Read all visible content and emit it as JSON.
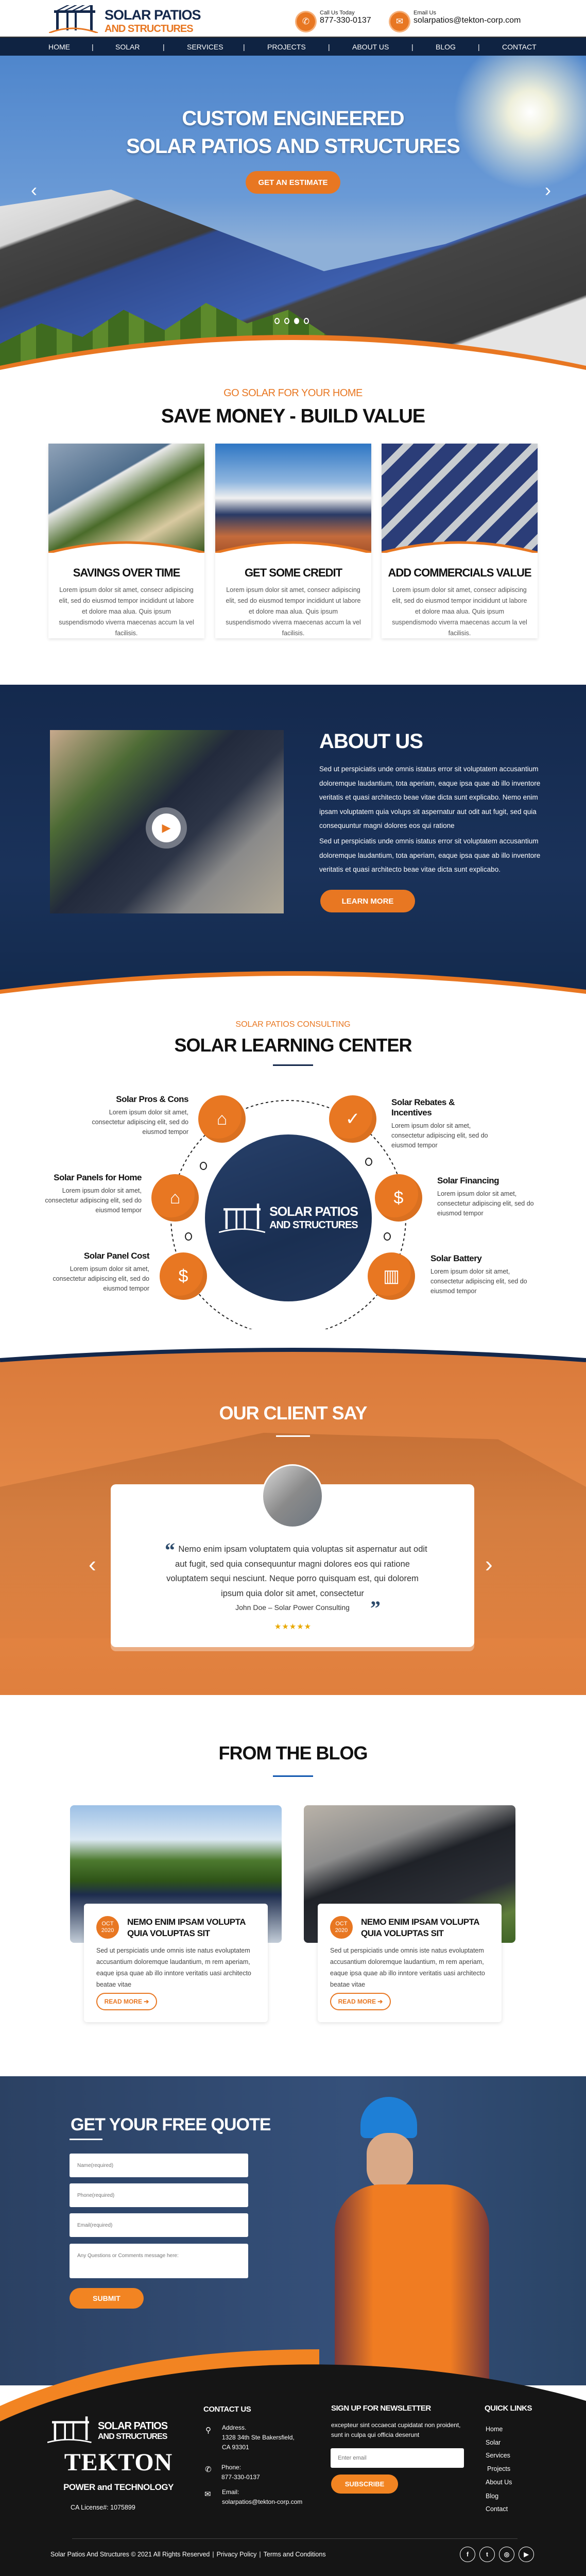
{
  "colors": {
    "brand_navy": "#14284b",
    "accent_orange": "#e87722",
    "footer_bg": "#151515"
  },
  "header": {
    "logo": {
      "line1": "SOLAR PATIOS",
      "line2": "AND STRUCTURES"
    },
    "call": {
      "label": "Call Us Today",
      "value": "877-330-0137",
      "icon": "phone-icon"
    },
    "email": {
      "label": "Email Us",
      "value": "solarpatios@tekton-corp.com",
      "icon": "envelope-icon"
    }
  },
  "nav": {
    "items": [
      "HOME",
      "SOLAR",
      "SERVICES",
      "PROJECTS",
      "ABOUT US",
      "BLOG",
      "CONTACT"
    ],
    "separator": "|"
  },
  "hero": {
    "title_line1": "CUSTOM ENGINEERED",
    "title_line2": "SOLAR PATIOS AND STRUCTURES",
    "cta": "GET AN ESTIMATE",
    "slides": 4,
    "active_slide": 3
  },
  "features": {
    "eyebrow": "GO SOLAR FOR YOUR HOME",
    "title": "SAVE MONEY - BUILD VALUE",
    "cards": [
      {
        "title": "SAVINGS OVER TIME",
        "text": "Lorem ipsum dolor sit amet, consecr adipiscing elit, sed do eiusmod tempor incididunt ut labore et dolore maa alua. Quis ipsum suspendismodo viverra maecenas accum la vel facilisis."
      },
      {
        "title": "GET SOME CREDIT",
        "text": "Lorem ipsum dolor sit amet, consecr adipiscing elit, sed do eiusmod tempor incididunt ut labore et dolore maa alua. Quis ipsum suspendismodo viverra maecenas accum la vel facilisis."
      },
      {
        "title": "ADD COMMERCIALS VALUE",
        "text": "Lorem ipsum dolor sit amet, consecr adipiscing elit, sed do eiusmod tempor incididunt ut labore et dolore maa alua. Quis ipsum suspendismodo viverra maecenas accum la vel facilisis."
      }
    ]
  },
  "about": {
    "title": "ABOUT US",
    "p1": "Sed ut perspiciatis unde omnis istatus error sit voluptatem accusantium doloremque laudantium, tota aperiam, eaque ipsa quae ab illo inventore veritatis et quasi architecto beae vitae dicta sunt explicabo. Nemo enim ipsam voluptatem quia volups sit aspernatur aut odit aut fugit, sed quia consequuntur magni dolores eos qui ratione",
    "p2": "Sed ut perspiciatis unde omnis istatus error sit voluptatem accusantium doloremque laudantium, tota aperiam, eaque ipsa quae ab illo inventore veritatis et quasi architecto beae vitae dicta sunt explicabo.",
    "cta": "LEARN MORE"
  },
  "learning": {
    "eyebrow": "SOLAR PATIOS CONSULTING",
    "title": "SOLAR LEARNING CENTER",
    "center_logo": {
      "line1": "SOLAR PATIOS",
      "line2": "AND STRUCTURES"
    },
    "items": [
      {
        "title": "Solar Pros & Cons",
        "text": "Lorem ipsum dolor sit amet, consectetur adipiscing elit, sed do eiusmod tempor",
        "icon": "house-solar-icon"
      },
      {
        "title": "Solar Rebates & Incentives",
        "text": "Lorem ipsum dolor sit amet, consectetur adipiscing elit, sed do eiusmod tempor",
        "icon": "shield-check-icon"
      },
      {
        "title": "Solar Panels for Home",
        "text": "Lorem ipsum dolor sit amet, consectetur adipiscing elit, sed do eiusmod tempor",
        "icon": "home-panel-icon"
      },
      {
        "title": "Solar Financing",
        "text": "Lorem ipsum dolor sit amet, consectetur adipiscing elit, sed do eiusmod tempor",
        "icon": "monitor-chart-icon"
      },
      {
        "title": "Solar Panel Cost",
        "text": "Lorem ipsum dolor sit amet, consectetur adipiscing elit, sed do eiusmod tempor",
        "icon": "dollar-device-icon"
      },
      {
        "title": "Solar Battery",
        "text": "Lorem ipsum dolor sit amet, consectetur adipiscing elit, sed do eiusmod tempor",
        "icon": "battery-icon"
      }
    ]
  },
  "testimonials": {
    "title": "OUR CLIENT SAY",
    "quote": "Nemo enim ipsam voluptatem quia voluptas sit aspernatur aut odit aut fugit, sed quia consequuntur magni dolores eos qui ratione voluptatem sequi nesciunt. Neque porro quisquam est, qui dolorem ipsum quia dolor sit amet, consectetur",
    "author": "John Doe –  Solar Power Consulting",
    "rating": 5,
    "stars": "★★★★★"
  },
  "blog": {
    "title": "FROM THE BLOG",
    "posts": [
      {
        "month": "OCT",
        "year": "2020",
        "title": "NEMO ENIM IPSAM VOLUPTA QUIA VOLUPTAS SIT",
        "text": "Sed ut perspiciatis unde omnis iste natus evoluptatem accusantium doloremque laudantium, m rem aperiam, eaque ipsa quae ab illo inntore veritatis uasi architecto beatae vitae",
        "cta": "READ MORE ➔"
      },
      {
        "month": "OCT",
        "year": "2020",
        "title": "NEMO ENIM IPSAM VOLUPTA QUIA VOLUPTAS SIT",
        "text": "Sed ut perspiciatis unde omnis iste natus evoluptatem accusantium doloremque laudantium, m rem aperiam, eaque ipsa quae ab illo inntore veritatis uasi architecto beatae vitae",
        "cta": "READ MORE ➔"
      }
    ]
  },
  "quote_form": {
    "title": "GET YOUR FREE QUOTE",
    "name_placeholder": "Name(required)",
    "phone_placeholder": "Phone(required)",
    "email_placeholder": "Email(required)",
    "message_placeholder": "Any Questions or Comments message here:",
    "submit": "SUBMIT"
  },
  "footer": {
    "logo": {
      "line1": "SOLAR PATIOS",
      "line2": "AND STRUCTURES",
      "tekton": "TEKTON",
      "tagline": "POWER and TECHNOLOGY"
    },
    "license": "CA License#: 1075899",
    "contact": {
      "title": "CONTACT US",
      "address_label": "Address.",
      "address_line1": "1328 34th Ste Bakersfield,",
      "address_line2": "CA 93301",
      "phone_label": "Phone:",
      "phone": "877-330-0137",
      "email_label": "Email:",
      "email": "solarpatios@tekton-corp.com"
    },
    "newsletter": {
      "title": "SIGN UP FOR NEWSLETTER",
      "text": "excepteur sint occaecat cupidatat non proident, sunt in culpa qui officia deserunt",
      "placeholder": "Enter email",
      "button": "SUBSCRIBE"
    },
    "quick_links": {
      "title": "QUICK LINKS",
      "items": [
        "Home",
        "Solar",
        "Services",
        "Projects",
        "About Us",
        "Blog",
        "Contact"
      ]
    },
    "copyright": "Solar Patios And Structures © 2021 All Rights Reserved",
    "privacy": "Privacy Policy",
    "terms": "Terms and Conditions",
    "social": [
      {
        "icon": "facebook-icon",
        "glyph": "f"
      },
      {
        "icon": "twitter-icon",
        "glyph": "t"
      },
      {
        "icon": "instagram-icon",
        "glyph": "◎"
      },
      {
        "icon": "youtube-icon",
        "glyph": "▶"
      }
    ]
  }
}
